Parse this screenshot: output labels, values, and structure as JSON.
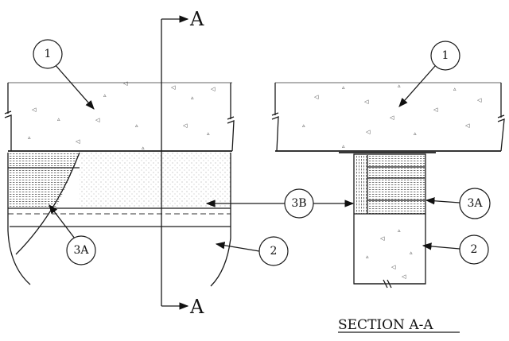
{
  "section_marks": {
    "top": "A",
    "bottom": "A"
  },
  "callouts": {
    "slab_left": "1",
    "slab_right": "1",
    "infill_left": "3A",
    "infill_right": "3A",
    "bond_common": "3B",
    "wall_left": "2",
    "wall_right": "2"
  },
  "caption": "SECTION A-A"
}
